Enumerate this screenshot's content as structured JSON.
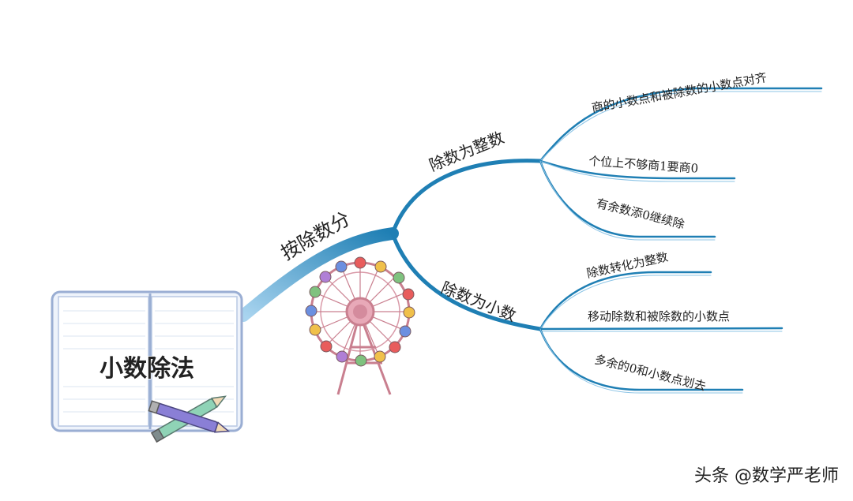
{
  "notebook": {
    "title": "小数除法"
  },
  "main_branch": {
    "label": "按除数分"
  },
  "branches": [
    {
      "label": "除数为整数",
      "children": [
        {
          "label": "商的小数点和被除数的小数点对齐"
        },
        {
          "label": "个位上不够商1要商0"
        },
        {
          "label": "有余数添0继续除"
        }
      ]
    },
    {
      "label": "除数为小数",
      "children": [
        {
          "label": "除数转化为整数"
        },
        {
          "label": "移动除数和被除数的小数点"
        },
        {
          "label": "多余的0和小数点划去"
        }
      ]
    }
  ],
  "watermark": "头条 @数学严老师",
  "colors": {
    "branch": "#1f7fb4",
    "branch_light": "#8cc4e6",
    "notebook_border": "#9aaed3",
    "title_fill": "#5b8fe0",
    "wheel": "#c97f8f"
  }
}
